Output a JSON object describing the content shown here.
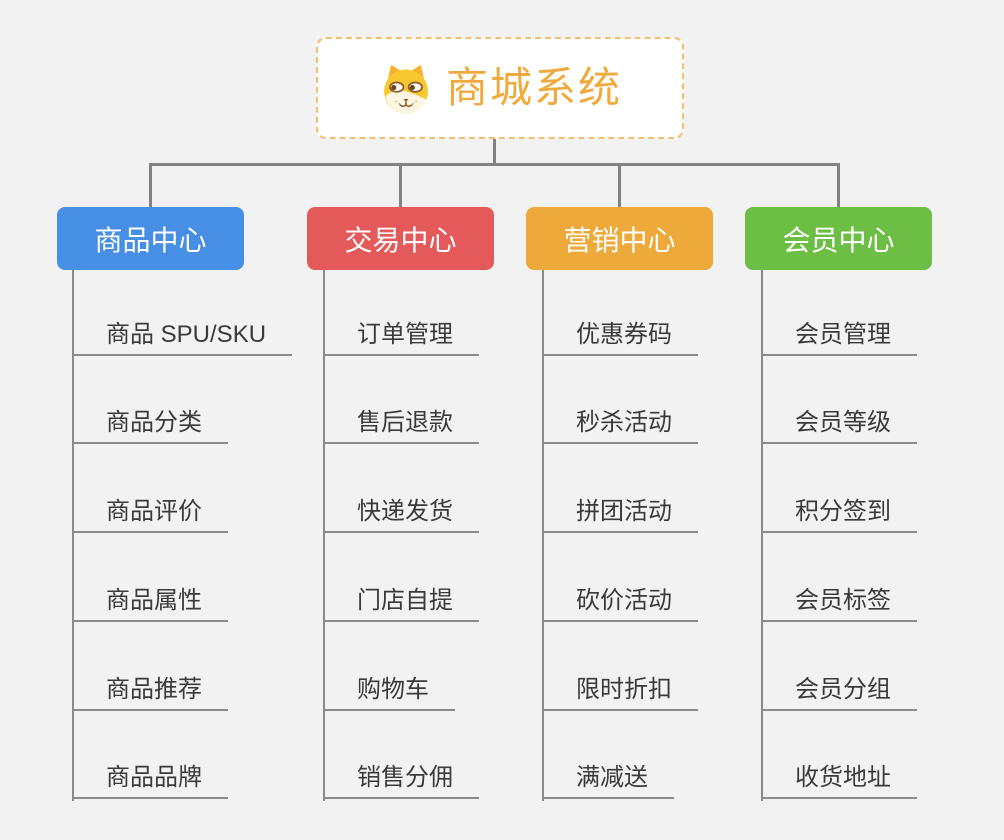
{
  "diagram": {
    "root": {
      "label": "商城系统",
      "icon": "shiba-dog-icon",
      "text_color": "#F0A93C",
      "background": "#FFFFFF",
      "border_color": "#F3BE6C",
      "border_style": "dashed"
    },
    "branches": [
      {
        "label": "商品中心",
        "color": "#478FE5",
        "items": [
          "商品 SPU/SKU",
          "商品分类",
          "商品评价",
          "商品属性",
          "商品推荐",
          "商品品牌"
        ]
      },
      {
        "label": "交易中心",
        "color": "#E45A5A",
        "items": [
          "订单管理",
          "售后退款",
          "快递发货",
          "门店自提",
          "购物车",
          "销售分佣"
        ]
      },
      {
        "label": "营销中心",
        "color": "#EDA93A",
        "items": [
          "优惠券码",
          "秒杀活动",
          "拼团活动",
          "砍价活动",
          "限时折扣",
          "满减送"
        ]
      },
      {
        "label": "会员中心",
        "color": "#6CBE45",
        "items": [
          "会员管理",
          "会员等级",
          "积分签到",
          "会员标签",
          "会员分组",
          "收货地址"
        ]
      }
    ],
    "colors": {
      "background": "#F2F2F2",
      "connector": "#828282",
      "leaf_text": "#3A3A3A",
      "branch_text": "#FFFFFF"
    }
  }
}
